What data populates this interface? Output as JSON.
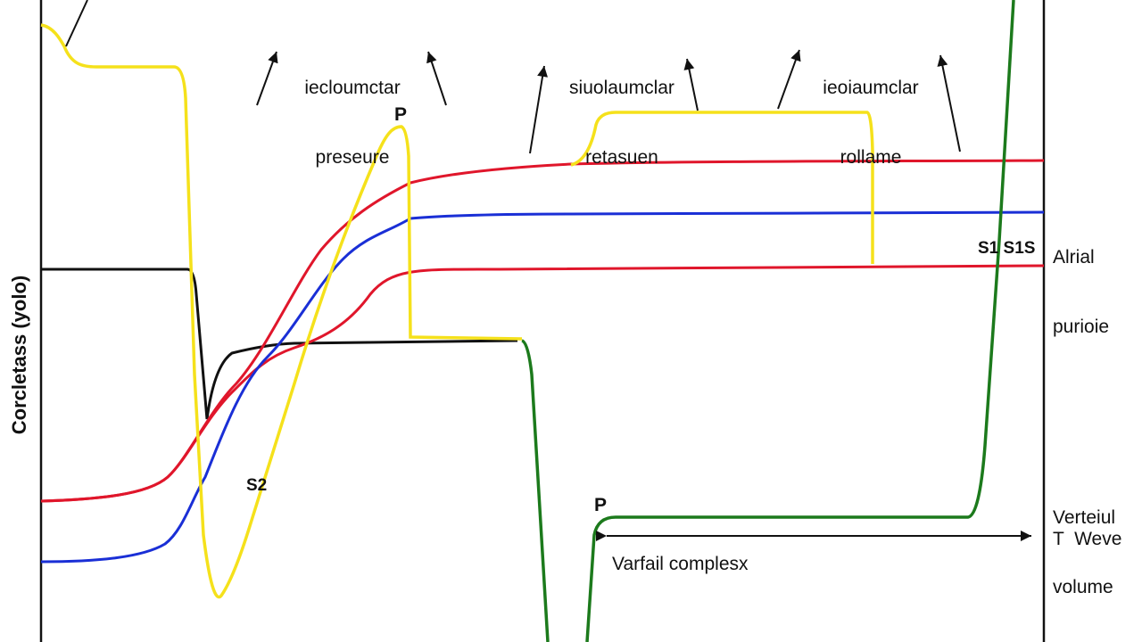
{
  "labels": {
    "phase1_line1": "iecloumctar",
    "phase1_line2": "preseure",
    "phase2_line1": "siuolaumclar",
    "phase2_line2": "retasuen",
    "phase3_line1": "ieoiaumclar",
    "phase3_line2": "rollame",
    "p_top": "P",
    "arial_line1": "Alrial",
    "arial_line2": "purioie",
    "s_marks": "S1 S1S",
    "s2": "S2",
    "verteil_line1": "Verteiul",
    "verteil_line2": "volume",
    "t_wave": "T  Weve",
    "p_bottom": "P",
    "complex": "Varfail complesx",
    "y_axis": "Corcletass (yolo)"
  },
  "colors": {
    "yellow": "#f5e11b",
    "red": "#e0162b",
    "blue": "#1a2fd6",
    "black": "#111111",
    "green": "#1c7a1c",
    "frame": "#111111"
  }
}
